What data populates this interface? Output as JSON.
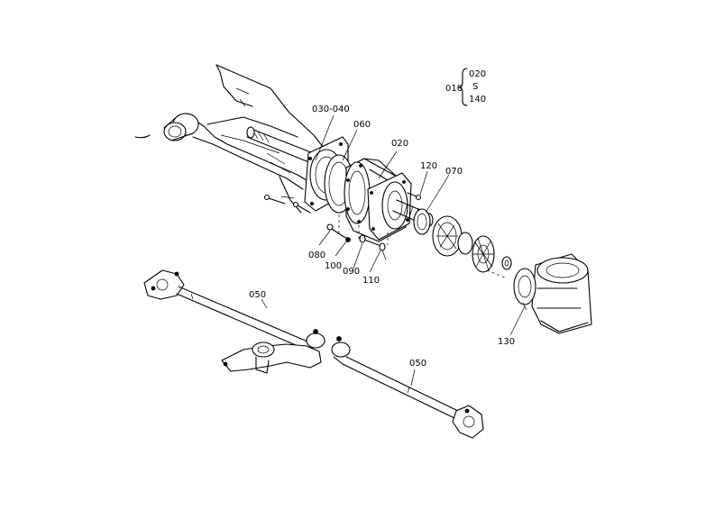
{
  "range": {
    "start": "010",
    "top": "020",
    "mid": "S",
    "bottom": "140"
  },
  "callouts": {
    "c030_040": "030-040",
    "c060": "060",
    "c020": "020",
    "c120": "120",
    "c070": "070",
    "c080": "080",
    "c100": "100",
    "c090": "090",
    "c110": "110",
    "c050_left": "050",
    "c050_right": "050",
    "c130": "130"
  }
}
